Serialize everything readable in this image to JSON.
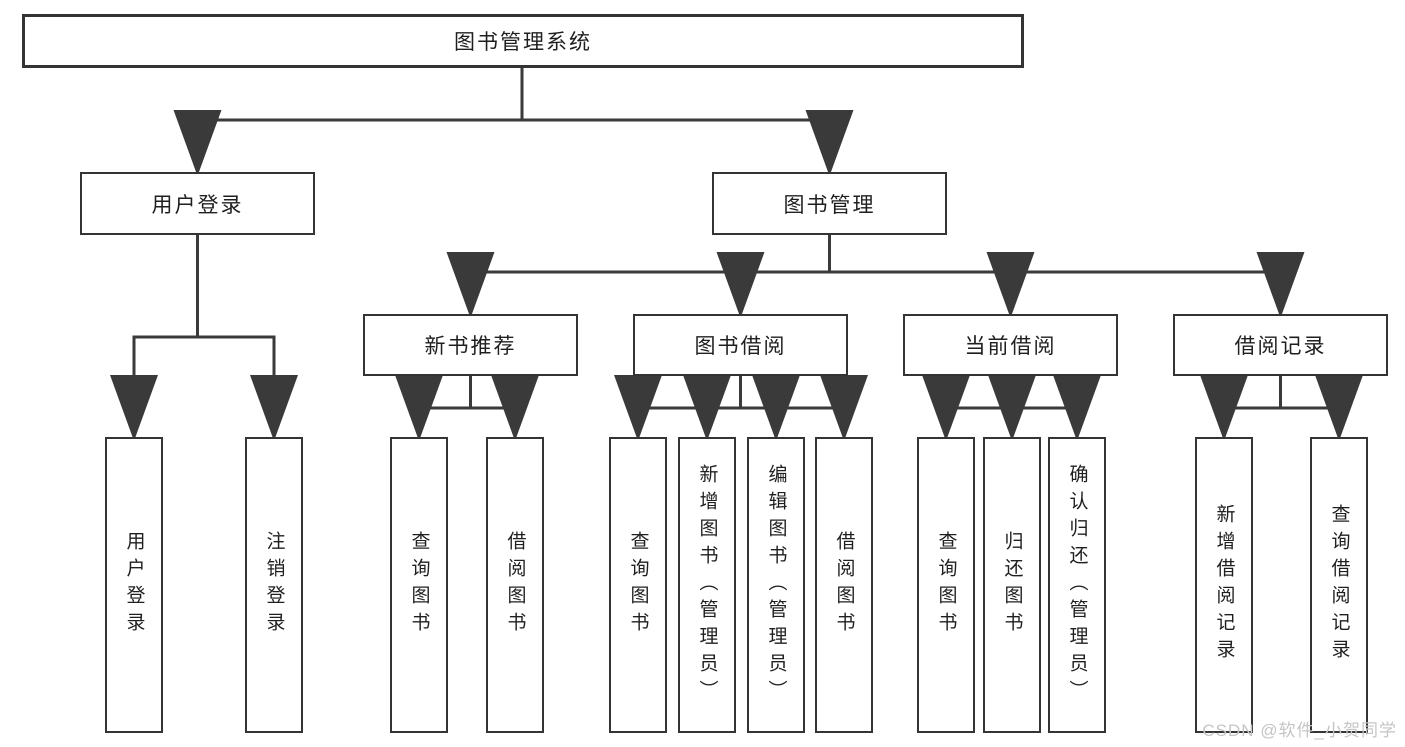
{
  "diagram_title": "图书管理系统",
  "tree": {
    "root": {
      "label": "图书管理系统"
    },
    "level2": [
      {
        "label": "用户登录"
      },
      {
        "label": "图书管理"
      }
    ],
    "level3": [
      {
        "label": "新书推荐",
        "parent": "图书管理"
      },
      {
        "label": "图书借阅",
        "parent": "图书管理"
      },
      {
        "label": "当前借阅",
        "parent": "图书管理"
      },
      {
        "label": "借阅记录",
        "parent": "图书管理"
      }
    ],
    "leaves": [
      {
        "label": "用户登录",
        "parent": "用户登录"
      },
      {
        "label": "注销登录",
        "parent": "用户登录"
      },
      {
        "label": "查询图书",
        "parent": "新书推荐"
      },
      {
        "label": "借阅图书",
        "parent": "新书推荐"
      },
      {
        "label": "查询图书",
        "parent": "图书借阅"
      },
      {
        "label": "新增图书（管理员）",
        "parent": "图书借阅"
      },
      {
        "label": "编辑图书（管理员）",
        "parent": "图书借阅"
      },
      {
        "label": "借阅图书",
        "parent": "图书借阅"
      },
      {
        "label": "查询图书",
        "parent": "当前借阅"
      },
      {
        "label": "归还图书",
        "parent": "当前借阅"
      },
      {
        "label": "确认归还（管理员）",
        "parent": "当前借阅"
      },
      {
        "label": "新增借阅记录",
        "parent": "借阅记录"
      },
      {
        "label": "查询借阅记录",
        "parent": "借阅记录"
      }
    ]
  },
  "watermark": "CSDN @软件_小贺同学",
  "colors": {
    "line": "#3a3a3a",
    "box_border": "#343434",
    "text": "#1f1f1f",
    "watermark": "#c5c5c5",
    "background": "#ffffff"
  }
}
